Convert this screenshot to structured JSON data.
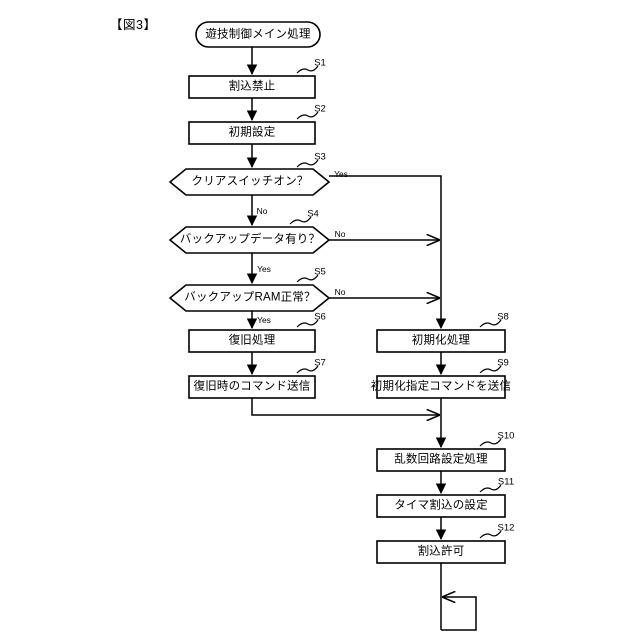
{
  "figure": {
    "title": "【図3】",
    "start_node": {
      "label": "遊技制御メイン処理"
    }
  },
  "colors": {
    "stroke": "#000000",
    "fill": "#ffffff",
    "background": "#ffffff"
  },
  "nodes": [
    {
      "id": "S1",
      "step": "S1",
      "shape": "process",
      "label": "割込禁止"
    },
    {
      "id": "S2",
      "step": "S2",
      "shape": "process",
      "label": "初期設定"
    },
    {
      "id": "S3",
      "step": "S3",
      "shape": "decision",
      "label": "クリアスイッチオン？"
    },
    {
      "id": "S4",
      "step": "S4",
      "shape": "decision",
      "label": "バックアップデータ有り？"
    },
    {
      "id": "S5",
      "step": "S5",
      "shape": "decision",
      "label": "バックアップRAM正常？"
    },
    {
      "id": "S6",
      "step": "S6",
      "shape": "process",
      "label": "復旧処理"
    },
    {
      "id": "S7",
      "step": "S7",
      "shape": "process",
      "label": "復旧時のコマンド送信"
    },
    {
      "id": "S8",
      "step": "S8",
      "shape": "process",
      "label": "初期化処理"
    },
    {
      "id": "S9",
      "step": "S9",
      "shape": "process",
      "label": "初期化指定コマンドを送信"
    },
    {
      "id": "S10",
      "step": "S10",
      "shape": "process",
      "label": "乱数回路設定処理"
    },
    {
      "id": "S11",
      "step": "S11",
      "shape": "process",
      "label": "タイマ割込の設定"
    },
    {
      "id": "S12",
      "step": "S12",
      "shape": "process",
      "label": "割込許可"
    }
  ],
  "edge_labels": [
    {
      "id": "s3-yes",
      "text": "Yes"
    },
    {
      "id": "s3-no",
      "text": "No"
    },
    {
      "id": "s4-no",
      "text": "No"
    },
    {
      "id": "s4-yes",
      "text": "Yes"
    },
    {
      "id": "s5-no",
      "text": "No"
    },
    {
      "id": "s5-yes",
      "text": "Yes"
    }
  ]
}
